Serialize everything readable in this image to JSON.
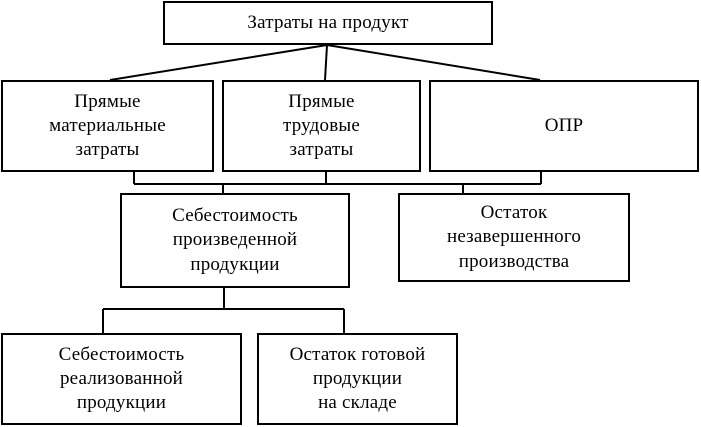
{
  "diagram": {
    "nodes": {
      "total": "Затраты на продукт",
      "materials": "Прямые\nматериальные\nзатраты",
      "labor": "Прямые\nтрудовые\nзатраты",
      "overhead": "ОПР",
      "production_cost": "Себестоимость\nпроизведенной\nпродукции",
      "wip": "Остаток\nнезавершенного\nпроизводства",
      "sold_cost": "Себестоимость\nреализованной\nпродукции",
      "finished_stock": "Остаток готовой\nпродукции\nна складе"
    },
    "edges": [
      {
        "from": "total",
        "to": "materials"
      },
      {
        "from": "total",
        "to": "labor"
      },
      {
        "from": "total",
        "to": "overhead"
      },
      {
        "from": "materials",
        "to": "production_cost"
      },
      {
        "from": "labor",
        "to": "production_cost"
      },
      {
        "from": "overhead",
        "to": "production_cost"
      },
      {
        "from": "materials",
        "to": "wip"
      },
      {
        "from": "labor",
        "to": "wip"
      },
      {
        "from": "overhead",
        "to": "wip"
      },
      {
        "from": "production_cost",
        "to": "sold_cost"
      },
      {
        "from": "production_cost",
        "to": "finished_stock"
      }
    ]
  }
}
